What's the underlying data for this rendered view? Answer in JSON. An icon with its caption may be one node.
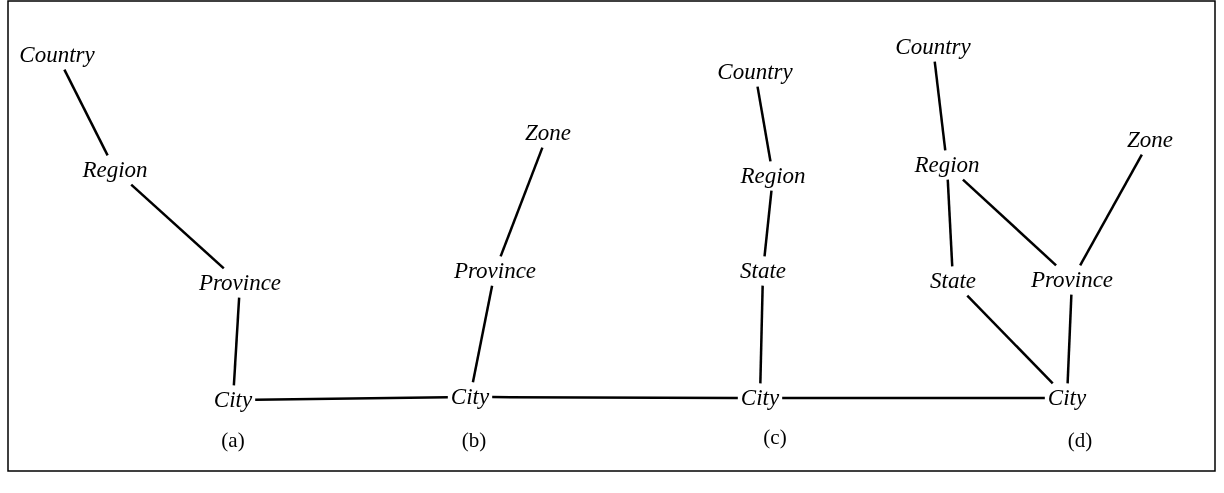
{
  "diagram": {
    "nodes": [
      {
        "text": [
          "Country"
        ]
      },
      {
        "text": [
          "Region"
        ]
      },
      {
        "text": [
          "Province"
        ]
      },
      {
        "text": [
          "City"
        ]
      },
      {
        "text": [
          "Zone"
        ]
      },
      {
        "text": [
          "Province"
        ]
      },
      {
        "text": [
          "City"
        ]
      },
      {
        "text": [
          "Country"
        ]
      },
      {
        "text": [
          "Region"
        ]
      },
      {
        "text": [
          "State"
        ]
      },
      {
        "text": [
          "City"
        ]
      },
      {
        "text": [
          "Country"
        ]
      },
      {
        "text": [
          "Region"
        ]
      },
      {
        "text": [
          "Zone"
        ]
      },
      {
        "text": [
          "State"
        ]
      },
      {
        "text": [
          "Province"
        ]
      },
      {
        "text": [
          "City"
        ]
      }
    ],
    "edges": [
      {
        "from": 0,
        "to": 1,
        "arrow": "none"
      },
      {
        "from": 1,
        "to": 2,
        "arrow": "none"
      },
      {
        "from": 2,
        "to": 3,
        "arrow": "none"
      },
      {
        "from": 4,
        "to": 5,
        "arrow": "none"
      },
      {
        "from": 5,
        "to": 6,
        "arrow": "none"
      },
      {
        "from": 7,
        "to": 8,
        "arrow": "none"
      },
      {
        "from": 8,
        "to": 9,
        "arrow": "none"
      },
      {
        "from": 9,
        "to": 10,
        "arrow": "none"
      },
      {
        "from": 11,
        "to": 12,
        "arrow": "none"
      },
      {
        "from": 12,
        "to": 14,
        "arrow": "none"
      },
      {
        "from": 12,
        "to": 15,
        "arrow": "none"
      },
      {
        "from": 13,
        "to": 15,
        "arrow": "none"
      },
      {
        "from": 14,
        "to": 16,
        "arrow": "none"
      },
      {
        "from": 15,
        "to": 16,
        "arrow": "none"
      },
      {
        "from": 3,
        "to": 6,
        "arrow": "none"
      },
      {
        "from": 6,
        "to": 10,
        "arrow": "none"
      },
      {
        "from": 10,
        "to": 16,
        "arrow": "none"
      }
    ],
    "labels": [
      "(a)",
      "(b)",
      "(c)",
      "(d)"
    ]
  }
}
